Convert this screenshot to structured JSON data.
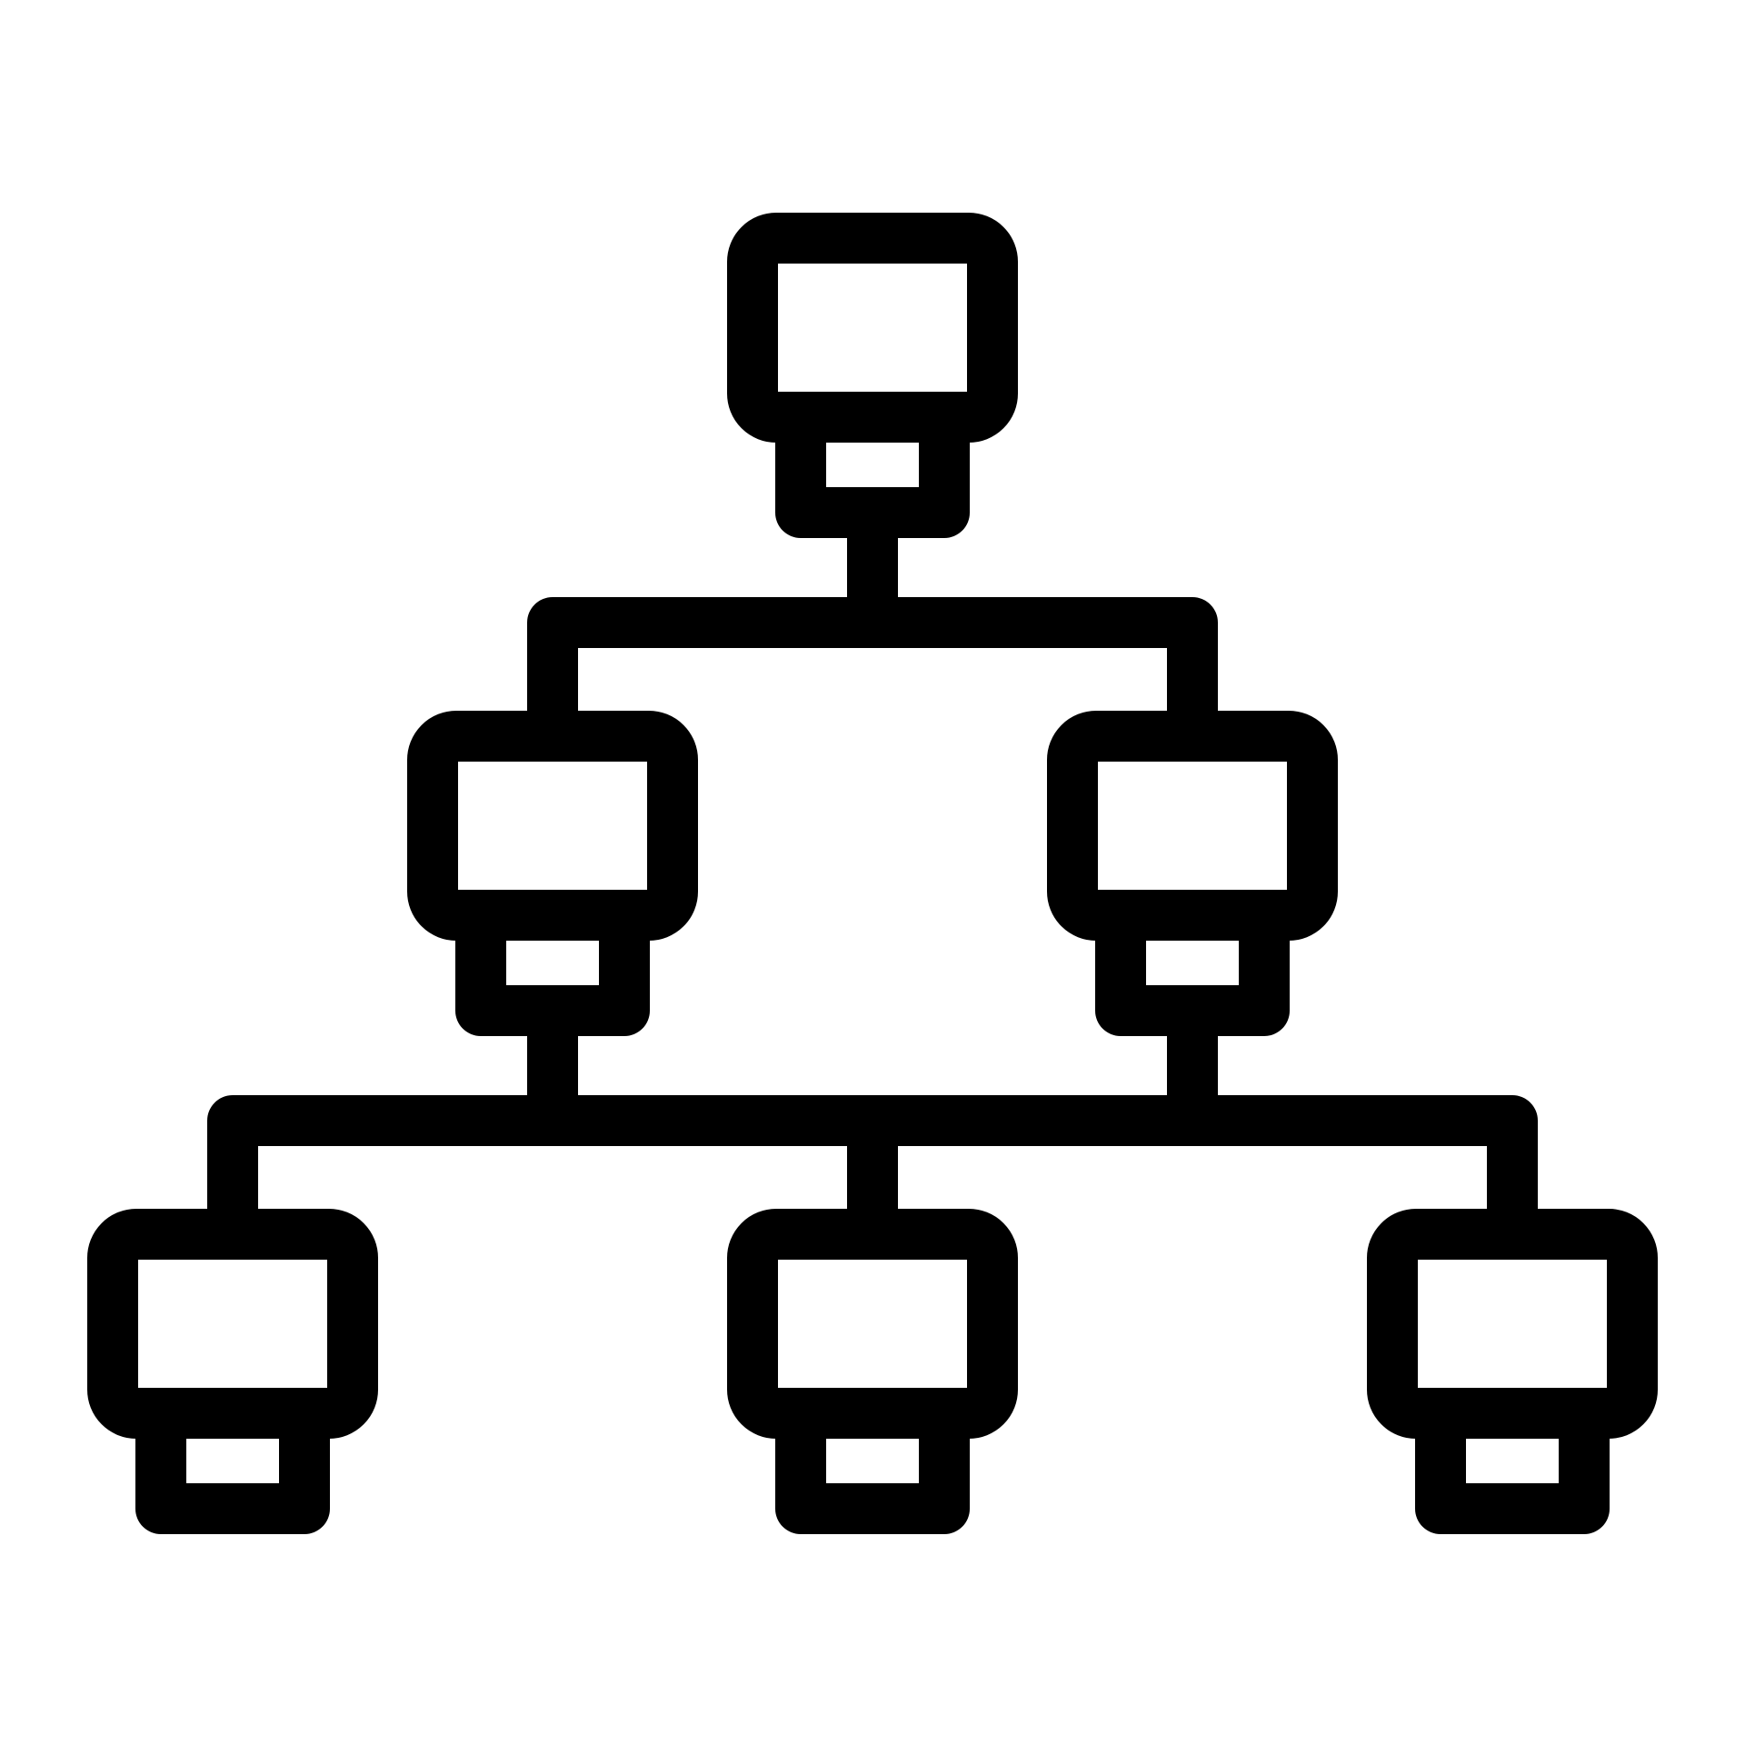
{
  "icon": {
    "name": "network-hierarchy-icon",
    "stroke_color": "#000000",
    "background_color": "#ffffff",
    "levels": [
      {
        "level": 1,
        "nodes": [
          "computer"
        ]
      },
      {
        "level": 2,
        "nodes": [
          "computer",
          "computer"
        ]
      },
      {
        "level": 3,
        "nodes": [
          "computer",
          "computer",
          "computer"
        ]
      }
    ]
  }
}
